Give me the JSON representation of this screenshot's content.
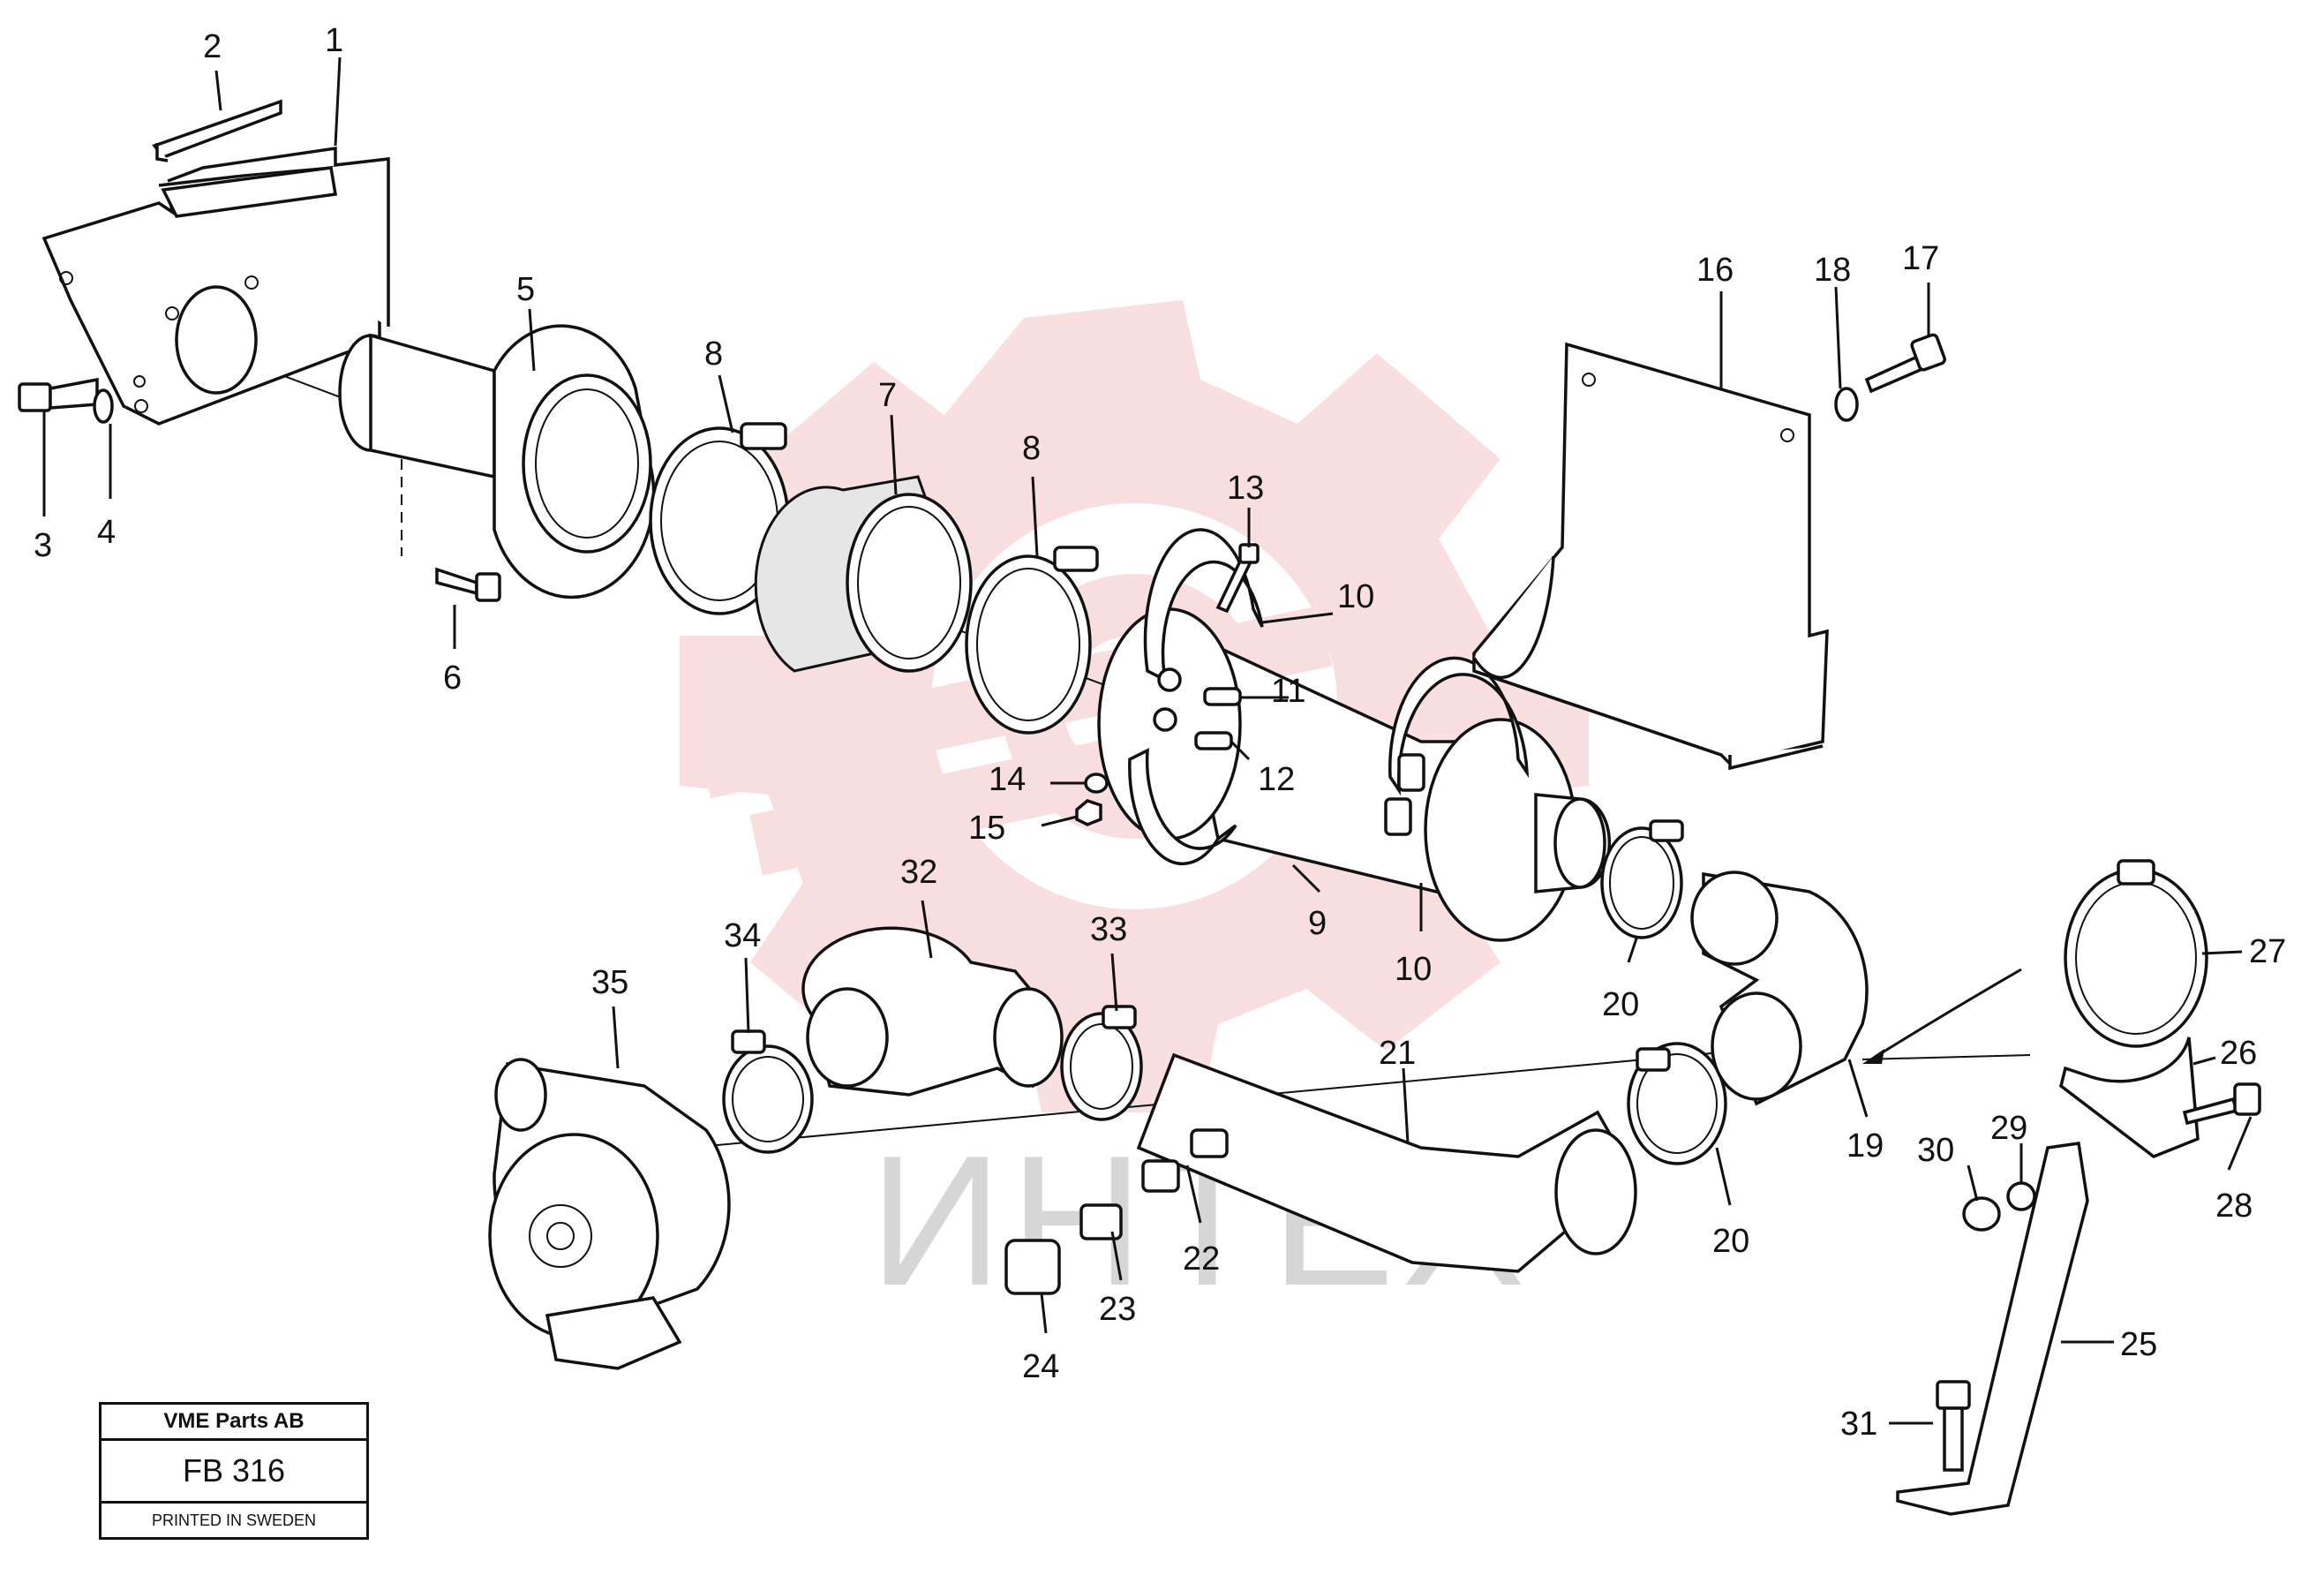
{
  "watermark": {
    "text": "ИНТЕХ",
    "logo": "gear-logo",
    "colors": {
      "logo": "#f4c4c4",
      "text": "#d6d6d6"
    }
  },
  "title_block": {
    "company": "VME Parts AB",
    "drawing_number": "FB 316",
    "footer": "PRINTED IN SWEDEN"
  },
  "callouts": {
    "c1": "1",
    "c2": "2",
    "c3": "3",
    "c4": "4",
    "c5": "5",
    "c6": "6",
    "c7": "7",
    "c8a": "8",
    "c8b": "8",
    "c9": "9",
    "c10a": "10",
    "c10b": "10",
    "c11": "11",
    "c12": "12",
    "c13": "13",
    "c14": "14",
    "c15": "15",
    "c16": "16",
    "c17": "17",
    "c18": "18",
    "c19": "19",
    "c20a": "20",
    "c20b": "20",
    "c21": "21",
    "c22": "22",
    "c23": "23",
    "c24": "24",
    "c25": "25",
    "c26": "26",
    "c27": "27",
    "c28": "28",
    "c29": "29",
    "c30": "30",
    "c31": "31",
    "c32": "32",
    "c33": "33",
    "c34": "34",
    "c35": "35"
  }
}
